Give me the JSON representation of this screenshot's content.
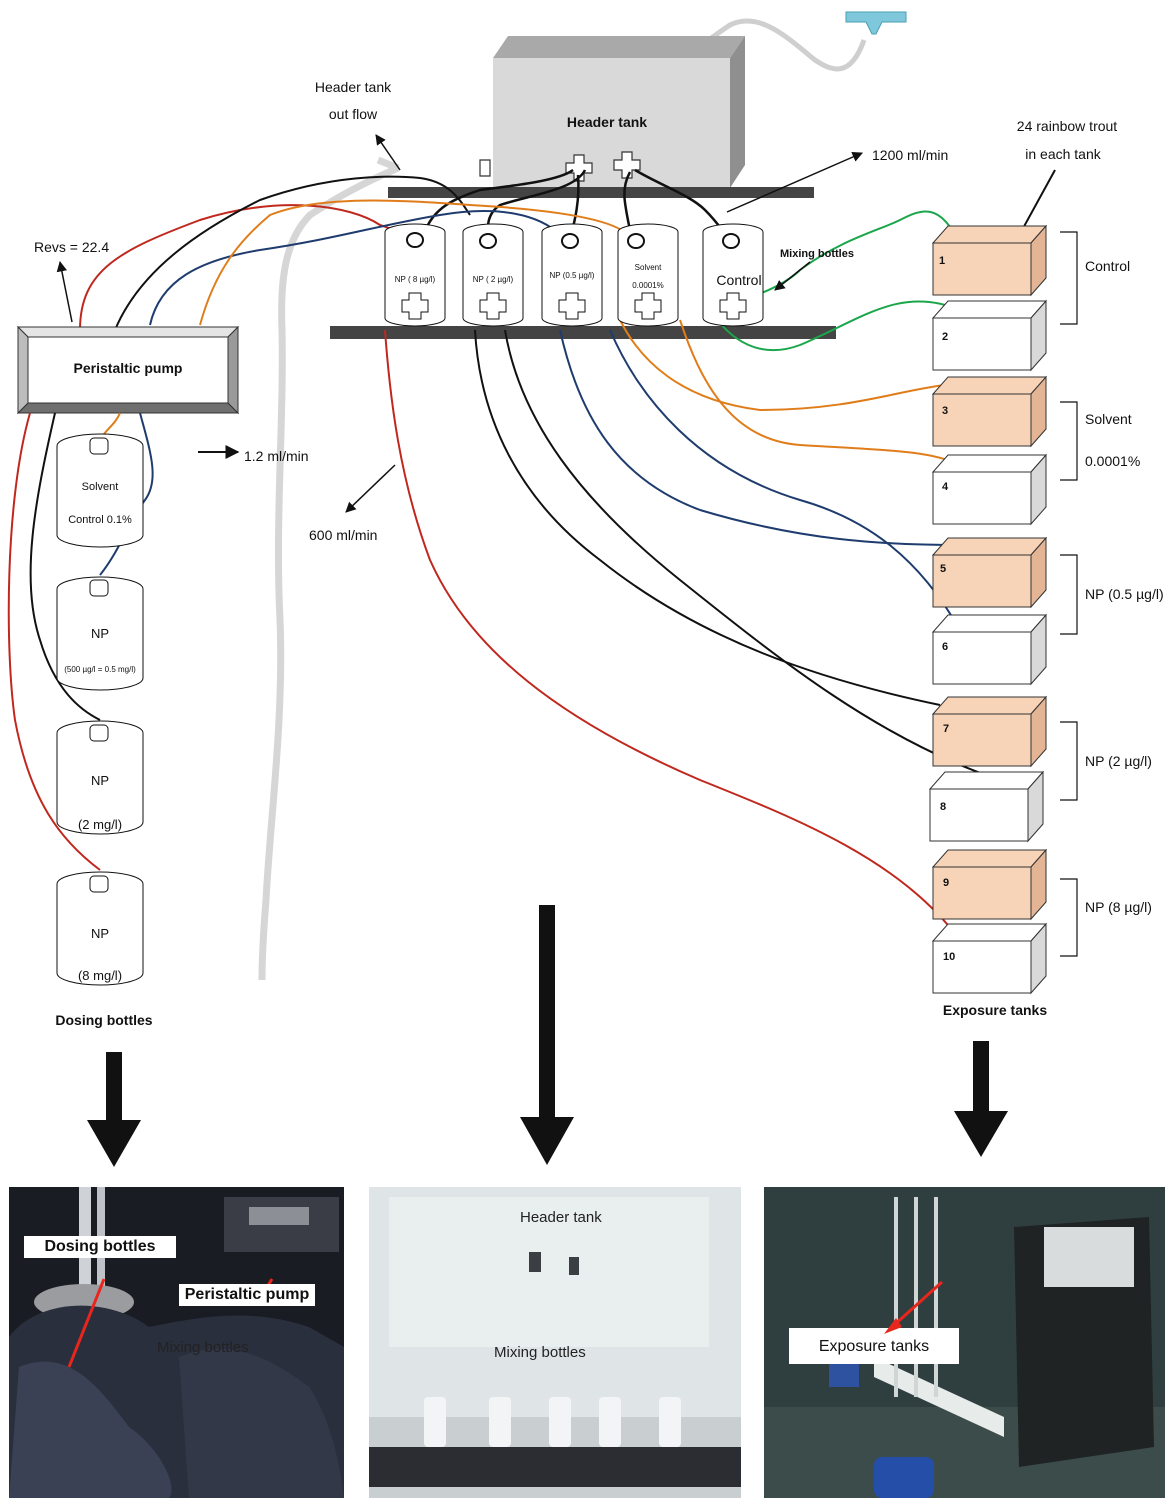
{
  "header_tank": {
    "label": "Header tank"
  },
  "labels": {
    "outflow_line1": "Header tank",
    "outflow_line2": "out flow",
    "header_flow": "1200 ml/min",
    "trout_line1": "24 rainbow trout",
    "trout_line2": "in each tank",
    "revs": "Revs = 22.4",
    "mixing_bottles": "Mixing bottles",
    "pump_rate": "1.2 ml/min",
    "mix_flow": "600 ml/min"
  },
  "pump": {
    "label": "Peristaltic pump"
  },
  "mixing_bottles": [
    {
      "line1": "NP ( 8 µg/l)",
      "line2": ""
    },
    {
      "line1": "NP ( 2 µg/l)",
      "line2": ""
    },
    {
      "line1": "NP (0.5 µg/l)",
      "line2": ""
    },
    {
      "line1": "Solvent",
      "line2": "0.0001%"
    },
    {
      "line1": "Control",
      "line2": ""
    }
  ],
  "dosing_bottles": [
    {
      "line1": "Solvent",
      "line2": "Control 0.1%"
    },
    {
      "line1": "NP",
      "line2": "(500 µg/l = 0.5 mg/l)"
    },
    {
      "line1": "NP",
      "line2": "(2 mg/l)"
    },
    {
      "line1": "NP",
      "line2": "(8 mg/l)"
    }
  ],
  "dosing_bottles_title": "Dosing bottles",
  "tanks": [
    "1",
    "2",
    "3",
    "4",
    "5",
    "6",
    "7",
    "8",
    "9",
    "10"
  ],
  "groups": [
    {
      "line1": "Control",
      "line2": ""
    },
    {
      "line1": "Solvent",
      "line2": "0.0001%"
    },
    {
      "line1": "NP (0.5 µg/l)",
      "line2": ""
    },
    {
      "line1": "NP (2 µg/l)",
      "line2": ""
    },
    {
      "line1": "NP (8 µg/l)",
      "line2": ""
    }
  ],
  "exposure_tanks_title": "Exposure tanks",
  "photos": {
    "left": {
      "dosing": "Dosing bottles",
      "pump": "Peristaltic pump",
      "mixing": "Mixing bottles"
    },
    "middle": {
      "header": "Header tank",
      "mixing": "Mixing bottles"
    },
    "right": {
      "exposure": "Exposure tanks"
    }
  },
  "colors": {
    "np8": "#c0281e",
    "np2": "#111111",
    "np05": "#1f3c6e",
    "solvent": "#e07d1a",
    "control": "#1aa64a",
    "tank_fill": "#f7d3b8",
    "header_grey": "#d3d3d3",
    "inflow_blue": "#7fc8dc"
  }
}
